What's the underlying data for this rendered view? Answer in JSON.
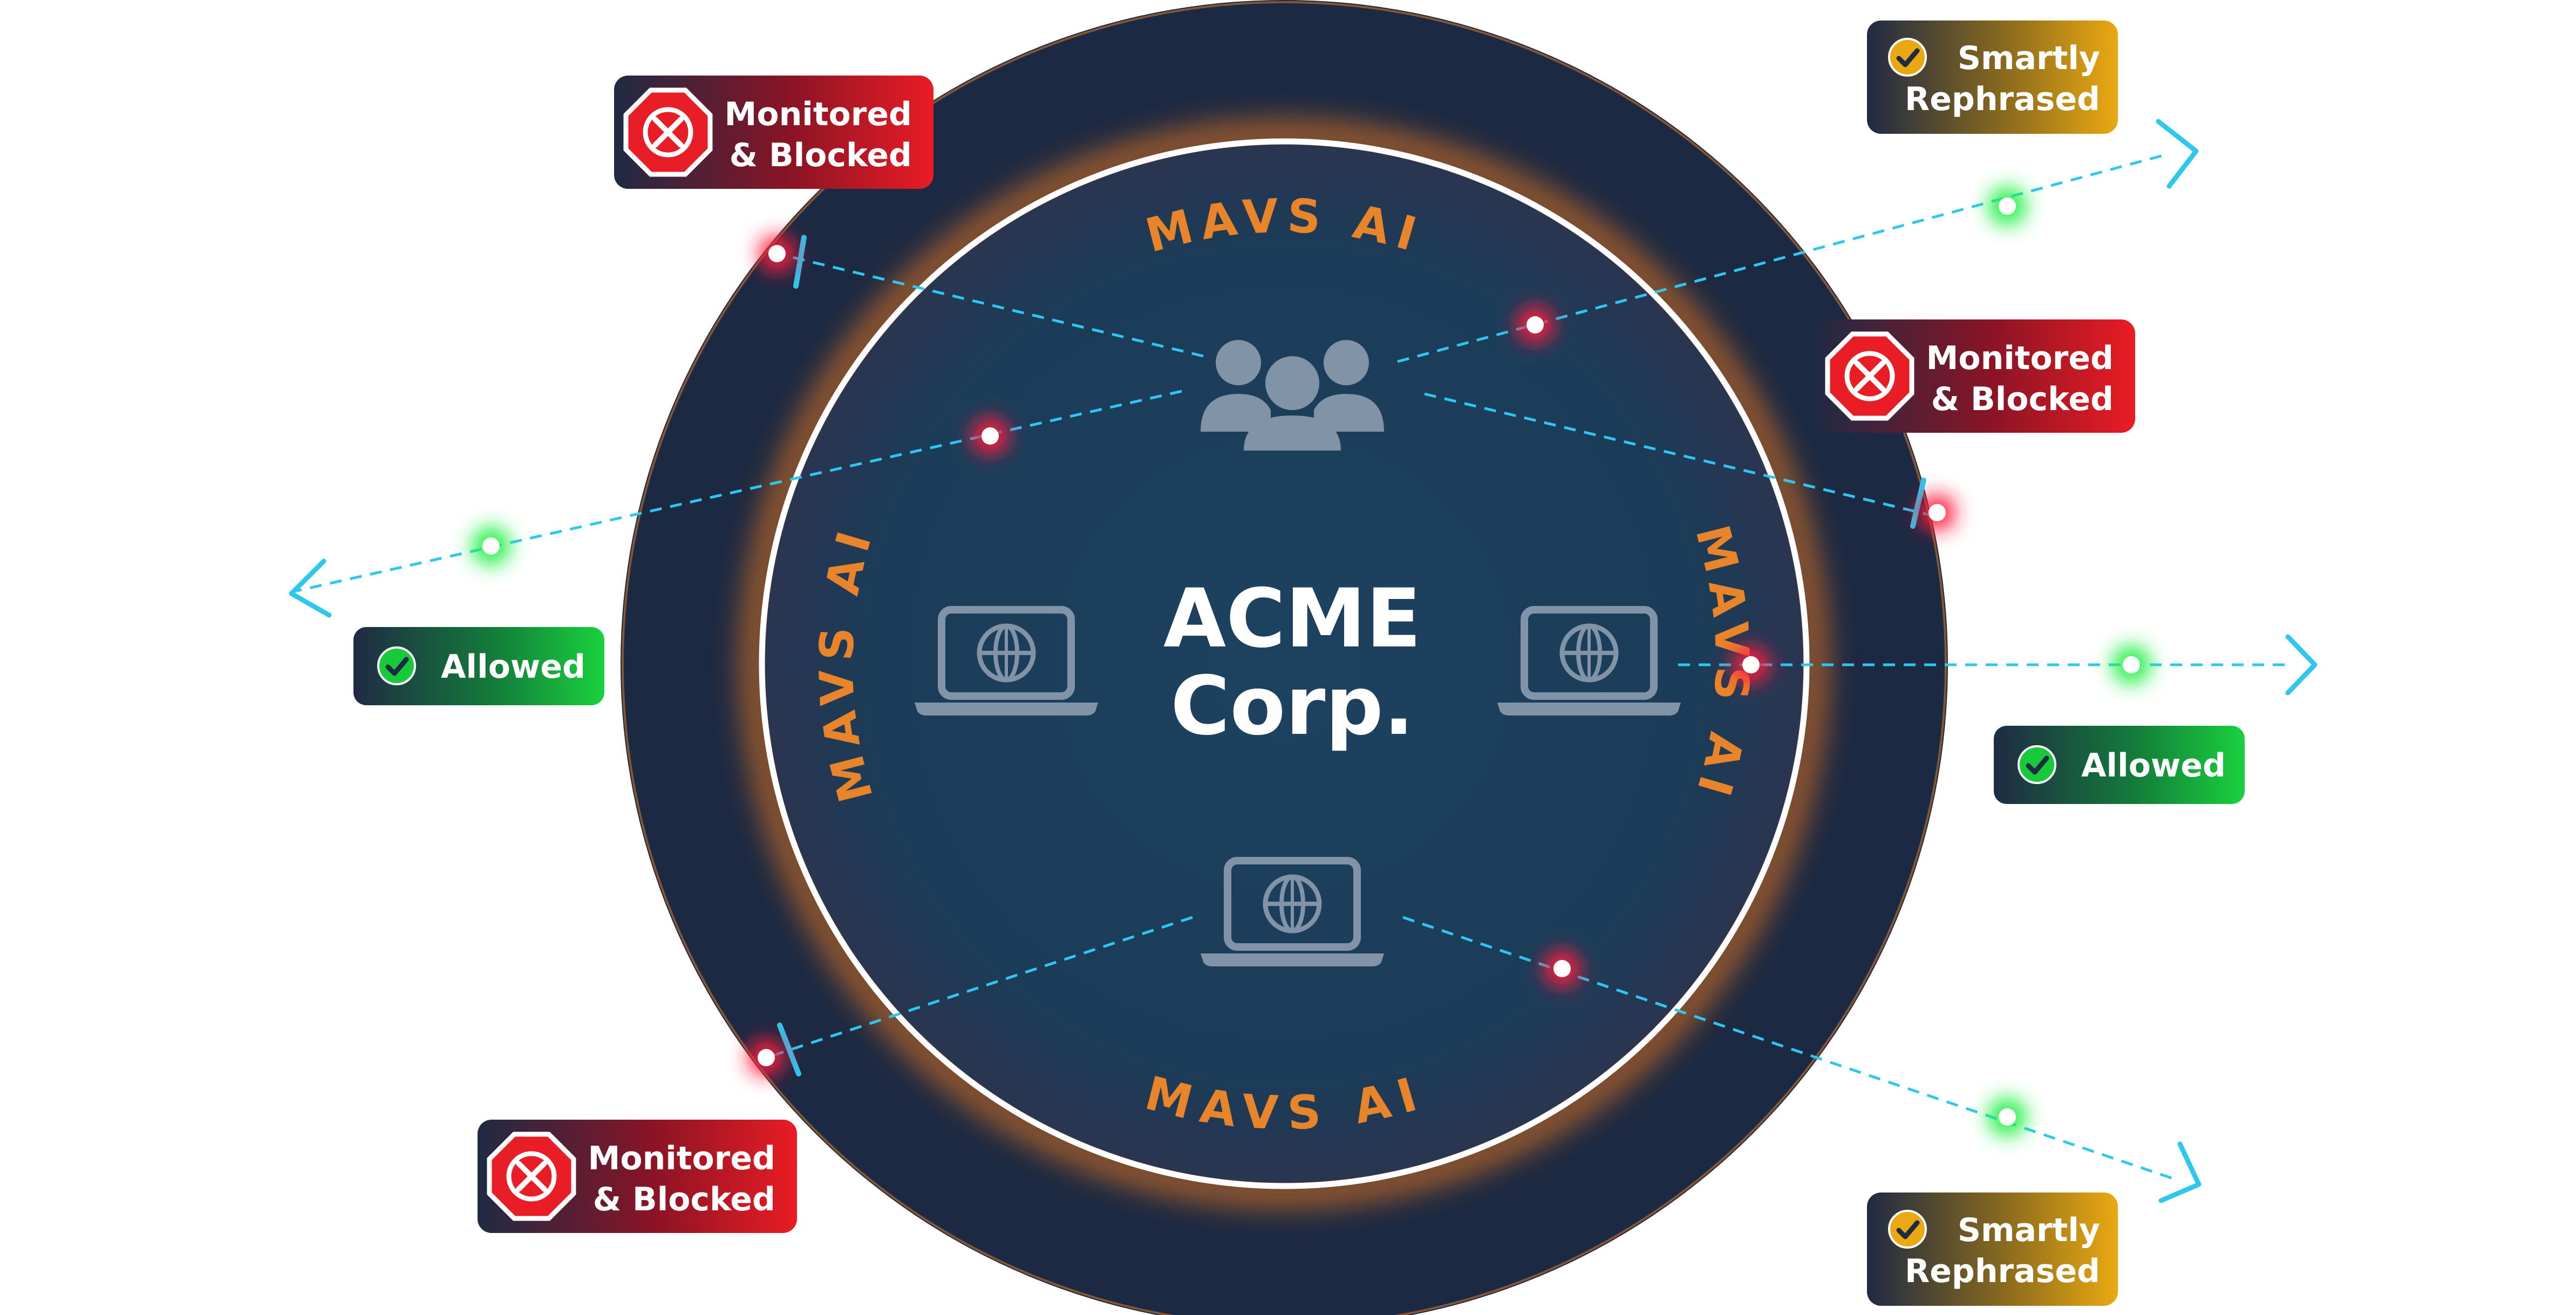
{
  "center": {
    "line1": "ACME",
    "line2": "Corp."
  },
  "ring_labels": {
    "top": "MAVS AI",
    "bottom": "MAVS AI",
    "left": "MAVS AI",
    "right": "MAVS AI"
  },
  "badges": {
    "blocked_top_left": {
      "line1": "Monitored",
      "line2": "& Blocked",
      "status": "blocked"
    },
    "blocked_right": {
      "line1": "Monitored",
      "line2": "& Blocked",
      "status": "blocked"
    },
    "blocked_bottom_left": {
      "line1": "Monitored",
      "line2": "& Blocked",
      "status": "blocked"
    },
    "rephrased_top_right": {
      "line1": "Smartly",
      "line2": "Rephrased",
      "status": "rephrased"
    },
    "rephrased_bottom_right": {
      "line1": "Smartly",
      "line2": "Rephrased",
      "status": "rephrased"
    },
    "allowed_left": {
      "line1": "Allowed",
      "status": "allowed"
    },
    "allowed_right": {
      "line1": "Allowed",
      "status": "allowed"
    }
  },
  "icons": {
    "users": "users-group-icon",
    "laptop": "laptop-globe-icon",
    "blocked": "stop-x-icon",
    "check": "check-circle-icon"
  },
  "colors": {
    "outer_ring": "#1c2942",
    "inner_disc": "#1c3d58",
    "ring_glow": "#e8852b",
    "ring_text": "#e8852b",
    "flow_line": "#2ec7f0",
    "blocked_red": "#e81d25",
    "allowed_green": "#18c93a",
    "rephrased_gold": "#e8a613",
    "icon_gray": "#8193a6"
  }
}
